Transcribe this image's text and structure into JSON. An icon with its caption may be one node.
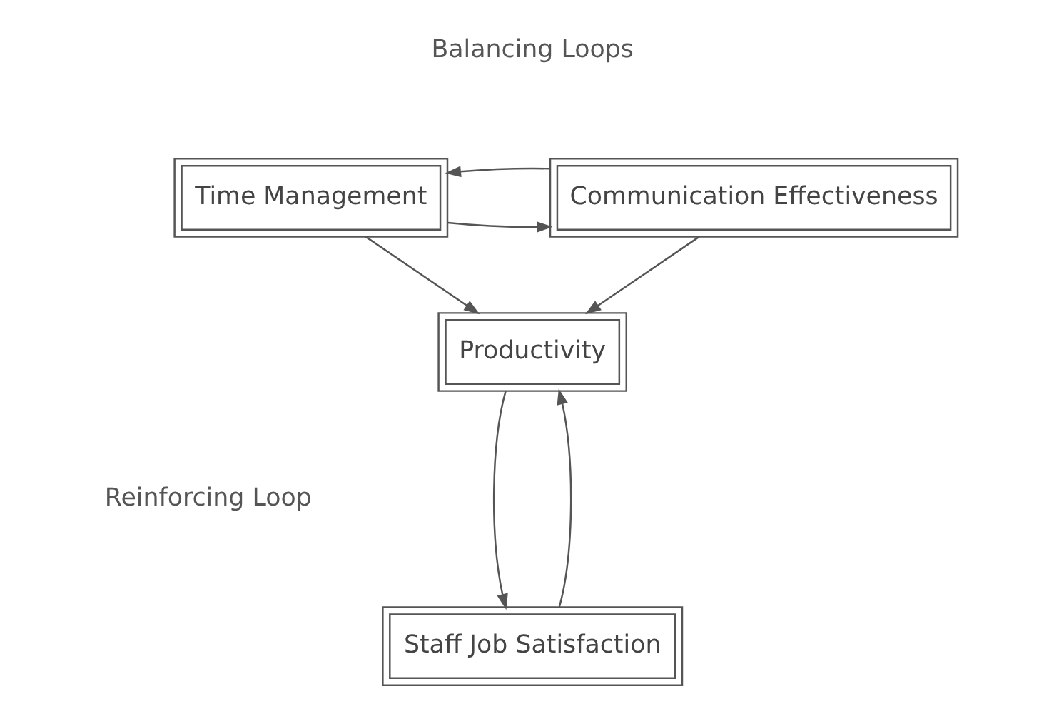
{
  "diagram": {
    "nodes": [
      {
        "text": [
          "Time Management"
        ]
      },
      {
        "text": [
          "Communication Effectiveness"
        ]
      },
      {
        "text": [
          "Productivity"
        ]
      },
      {
        "text": [
          "Staff Job Satisfaction"
        ]
      }
    ],
    "edges": [
      {
        "from": 0,
        "to": 1,
        "arrow": "to"
      },
      {
        "from": 1,
        "to": 0,
        "arrow": "to"
      },
      {
        "from": 0,
        "to": 2,
        "arrow": "to"
      },
      {
        "from": 1,
        "to": 2,
        "arrow": "to"
      },
      {
        "from": 2,
        "to": 3,
        "arrow": "to"
      },
      {
        "from": 3,
        "to": 2,
        "arrow": "to"
      }
    ],
    "labels": [
      "Balancing Loops",
      "Reinforcing Loop"
    ]
  }
}
